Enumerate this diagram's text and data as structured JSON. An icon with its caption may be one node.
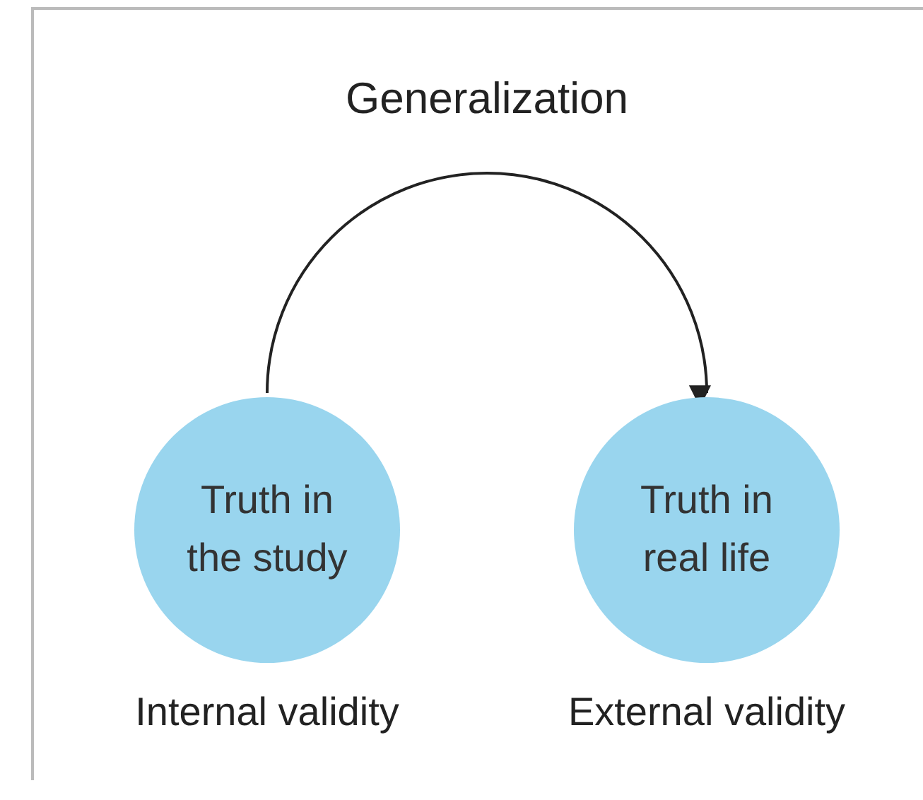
{
  "diagram": {
    "nodes": [
      {
        "text": [
          "Truth in the study"
        ],
        "beside": [
          "Internal validity"
        ]
      },
      {
        "text": [
          "Truth in real life"
        ],
        "beside": [
          "External validity"
        ]
      }
    ],
    "edges": [
      {
        "from": 0,
        "to": 1,
        "arrow": "to",
        "label": "Generalization"
      }
    ]
  }
}
